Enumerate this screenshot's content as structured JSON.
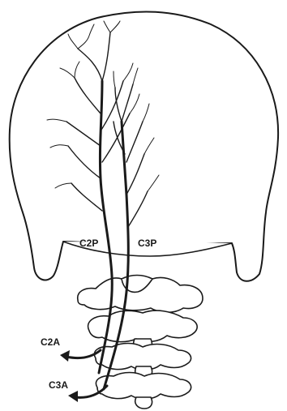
{
  "labels": {
    "c2p": "C2P",
    "c3p": "C3P",
    "c2a": "C2A",
    "c3a": "C3A"
  }
}
